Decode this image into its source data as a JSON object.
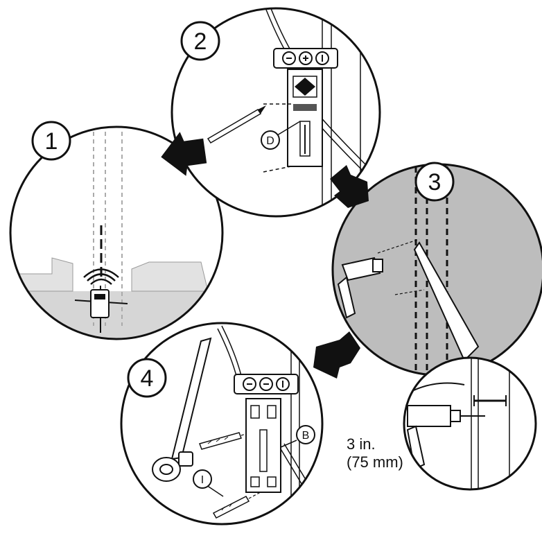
{
  "steps": {
    "s1": "1",
    "s2": "2",
    "s3": "3",
    "s4": "4"
  },
  "parts": {
    "d": "D",
    "b": "B",
    "i": "I"
  },
  "measurement": {
    "imperial": "3 in.",
    "metric": "(75 mm)"
  },
  "colors": {
    "ink": "#111111",
    "wall_gray": "#bdbdbd",
    "floor_gray": "#d6d6d6",
    "background": "#ffffff"
  },
  "icons": {
    "arrow": "thick-black-arrow",
    "stud_finder": "stud-finder-icon",
    "drill": "drill-icon",
    "level": "level-icon",
    "bracket": "bracket-icon",
    "screw": "lag-screw-icon",
    "ratchet": "ratchet-wrench-icon"
  }
}
